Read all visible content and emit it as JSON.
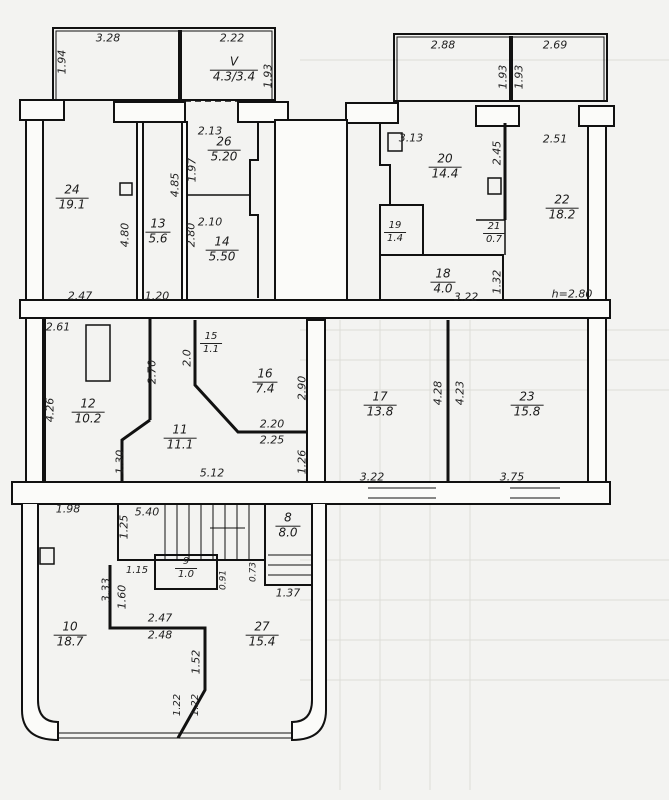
{
  "plan": {
    "rooms": [
      {
        "num": "V",
        "area": "4.3/3.4"
      },
      {
        "num": "24",
        "area": "19.1"
      },
      {
        "num": "13",
        "area": "5.6"
      },
      {
        "num": "26",
        "area": "5.20"
      },
      {
        "num": "14",
        "area": "5.50"
      },
      {
        "num": "20",
        "area": "14.4"
      },
      {
        "num": "22",
        "area": "18.2"
      },
      {
        "num": "19",
        "area": "1.4"
      },
      {
        "num": "21",
        "area": "0.7"
      },
      {
        "num": "18",
        "area": "4.0"
      },
      {
        "num": "12",
        "area": "10.2"
      },
      {
        "num": "15",
        "area": "1.1"
      },
      {
        "num": "16",
        "area": "7.4"
      },
      {
        "num": "11",
        "area": "11.1"
      },
      {
        "num": "17",
        "area": "13.8"
      },
      {
        "num": "23",
        "area": "15.8"
      },
      {
        "num": "8",
        "area": "8.0"
      },
      {
        "num": "9",
        "area": "1.0"
      },
      {
        "num": "10",
        "area": "18.7"
      },
      {
        "num": "27",
        "area": "15.4"
      }
    ],
    "dims_h": [
      "3.28",
      "2.22",
      "2.13",
      "2.10",
      "2.47",
      "1.20",
      "2.88",
      "2.69",
      "3.13",
      "2.51",
      "3.22",
      "h=2.80",
      "2.61",
      "2.20",
      "2.25",
      "5.12",
      "3.22",
      "3.75",
      "1.98",
      "5.40",
      "1.15",
      "1.37",
      "2.47",
      "2.48"
    ],
    "dims_v": [
      "1.94",
      "1.93",
      "4.85",
      "1.97",
      "4.80",
      "2.80",
      "1.93",
      "1.93",
      "2.45",
      "1.32",
      "2.70",
      "2.0",
      "2.90",
      "4.26",
      "1.30",
      "1.26",
      "4.28",
      "4.23",
      "1.25",
      "3.33",
      "1.60",
      "0.91",
      "0.73",
      "1.52",
      "1.22",
      "1.22"
    ]
  }
}
